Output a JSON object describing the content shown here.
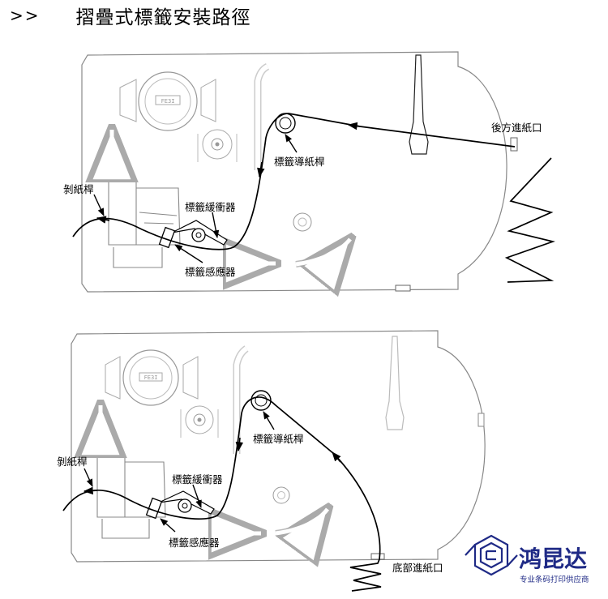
{
  "heading": {
    "marker": ">>",
    "title": "摺疊式標籤安裝路徑"
  },
  "diagrams": [
    {
      "id": "rear-feed",
      "labels": {
        "peel_bar": "剝紙桿",
        "buffer": "標籤緩衝器",
        "sensor": "標籤感應器",
        "guide_bar": "標籤導紙桿",
        "entry": "後方進紙口"
      },
      "hub_text": "FE3I"
    },
    {
      "id": "bottom-feed",
      "labels": {
        "peel_bar": "剝紙桿",
        "buffer": "標籤緩衝器",
        "sensor": "標籤感應器",
        "guide_bar": "標籤導紙桿",
        "entry": "底部進紙口"
      },
      "hub_text": "FE3I"
    }
  ],
  "logo": {
    "name": "鸿昆达",
    "tagline": "专业条码打印供应商",
    "color": "#1f2a86"
  }
}
